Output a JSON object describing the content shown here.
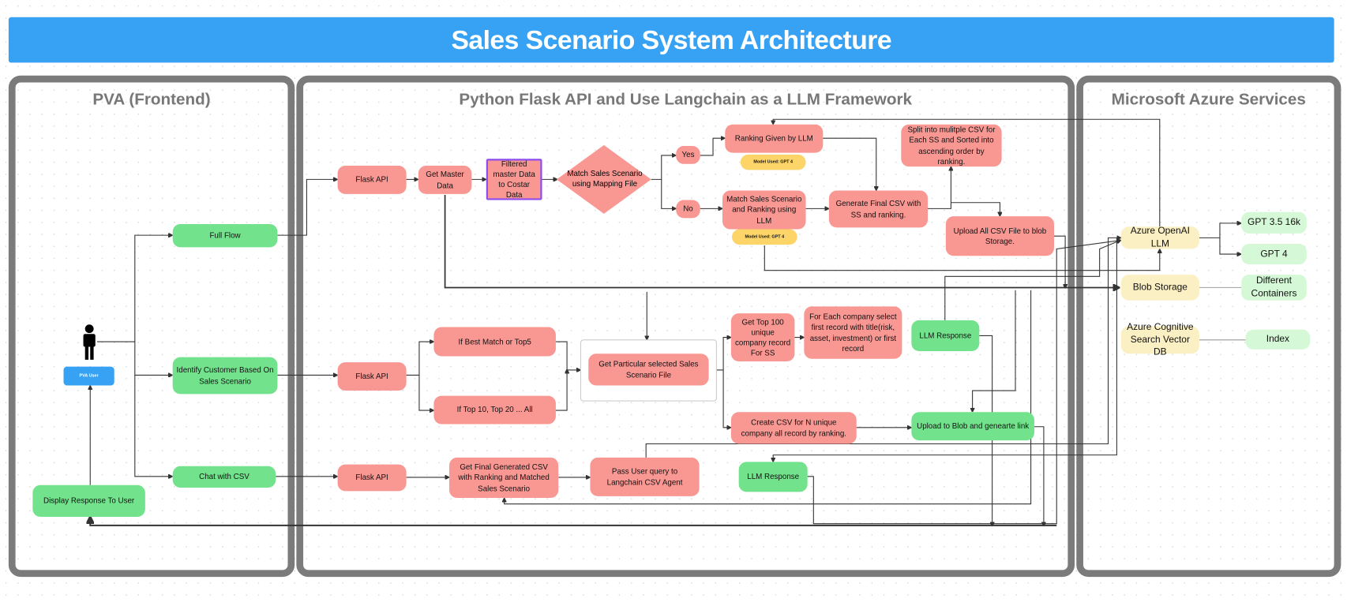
{
  "title": "Sales Scenario System Architecture",
  "panels": {
    "frontend": "PVA (Frontend)",
    "backend": "Python Flask API and Use Langchain as a LLM Framework",
    "azure": "Microsoft Azure Services"
  },
  "frontend": {
    "user_label": "PVA User",
    "full_flow": "Full Flow",
    "identify": "Identify Customer Based On Sales Scenario",
    "chat": "Chat with CSV",
    "display": "Display Response To User"
  },
  "backend": {
    "flask_api": "Flask API",
    "get_master": "Get Master Data",
    "filtered": "Filtered master Data to Costar Data",
    "match_mapping": "Match Sales Scenario using Mapping File",
    "yes": "Yes",
    "no": "No",
    "ranking_llm": "Ranking Given by LLM",
    "model_used": "Model Used: GPT 4",
    "match_ranking": "Match Sales Scenario and Ranking using LLM",
    "generate_final": "Generate Final CSV with SS and ranking.",
    "split": "Split into mulitple CSV for Each SS and Sorted into ascending order by ranking.",
    "upload_all": "Upload All CSV File to blob Storage.",
    "best_match": "If Best Match or Top5",
    "top10": "If Top 10, Top 20 ... All",
    "get_particular": "Get Particular selected Sales Scenario File",
    "get_top100": "Get Top 100 unique company record For SS",
    "for_each": "For Each company select first record with title(risk, asset, investment) or first record",
    "llm_response": "LLM Response",
    "create_csv": "Create CSV for N unique company all record by ranking.",
    "upload_blob": "Upload to Blob and genearte link",
    "get_final_csv": "Get Final Generated CSV with Ranking and Matched Sales Scenario",
    "pass_query": "Pass User query to Langchain CSV Agent"
  },
  "azure": {
    "openai": "Azure OpenAI LLM",
    "gpt35": "GPT 3.5 16k",
    "gpt4": "GPT 4",
    "blob": "Blob Storage",
    "containers": "Different Containers",
    "cognitive": "Azure Cognitive Search Vector DB",
    "index": "Index"
  },
  "colors": {
    "title": "#37a2f3",
    "process": "#f99793",
    "frontend": "#72e38c",
    "badge": "#fcd467",
    "service": "#fbf0c3",
    "model": "#d5f8d6"
  }
}
